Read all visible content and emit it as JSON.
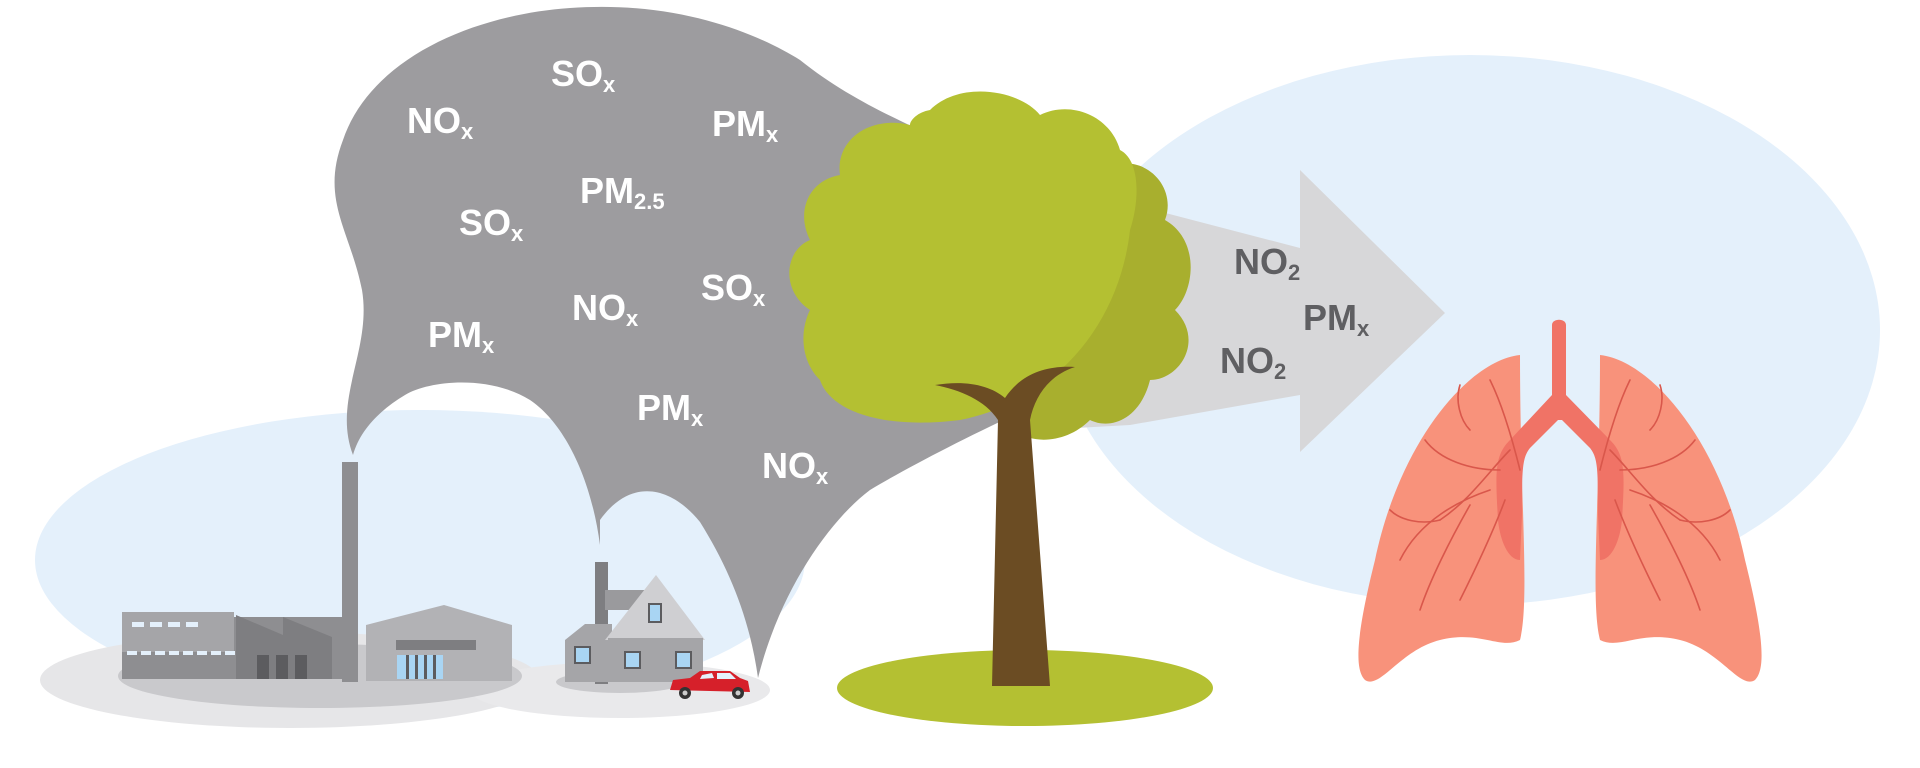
{
  "colors": {
    "background": "#ffffff",
    "sky_blob": "#e4f0fb",
    "ground_shadow": "#e6e6e8",
    "smoke": "#9d9c9f",
    "smoke_label": "#ffffff",
    "arrow": "#d7d7d9",
    "arrow_label": "#5f5f62",
    "tree_canopy": "#b4c032",
    "tree_canopy_shade": "#a8af2e",
    "tree_trunk": "#6b4c23",
    "tree_ground": "#b4c032",
    "buildings_dark": "#8e8e91",
    "buildings_light": "#b2b2b5",
    "windows": "#a9d5f3",
    "car": "#d6202a",
    "lung": "#f8927b",
    "airway": "#f07366",
    "vessels": "#d9574b"
  },
  "icons": [
    "factory-icon",
    "house-icon",
    "car-icon",
    "tree-icon",
    "lungs-icon"
  ],
  "smoke_labels": [
    {
      "main": "NO",
      "sub": "x"
    },
    {
      "main": "SO",
      "sub": "x"
    },
    {
      "main": "PM",
      "sub": "x"
    },
    {
      "main": "PM",
      "sub": "2.5"
    },
    {
      "main": "SO",
      "sub": "x"
    },
    {
      "main": "NO",
      "sub": "x"
    },
    {
      "main": "SO",
      "sub": "x"
    },
    {
      "main": "PM",
      "sub": "x"
    },
    {
      "main": "PM",
      "sub": "x"
    },
    {
      "main": "NO",
      "sub": "x"
    }
  ],
  "arrow_labels": [
    {
      "main": "NO",
      "sub": "2"
    },
    {
      "main": "PM",
      "sub": "x"
    },
    {
      "main": "NO",
      "sub": "2"
    }
  ]
}
